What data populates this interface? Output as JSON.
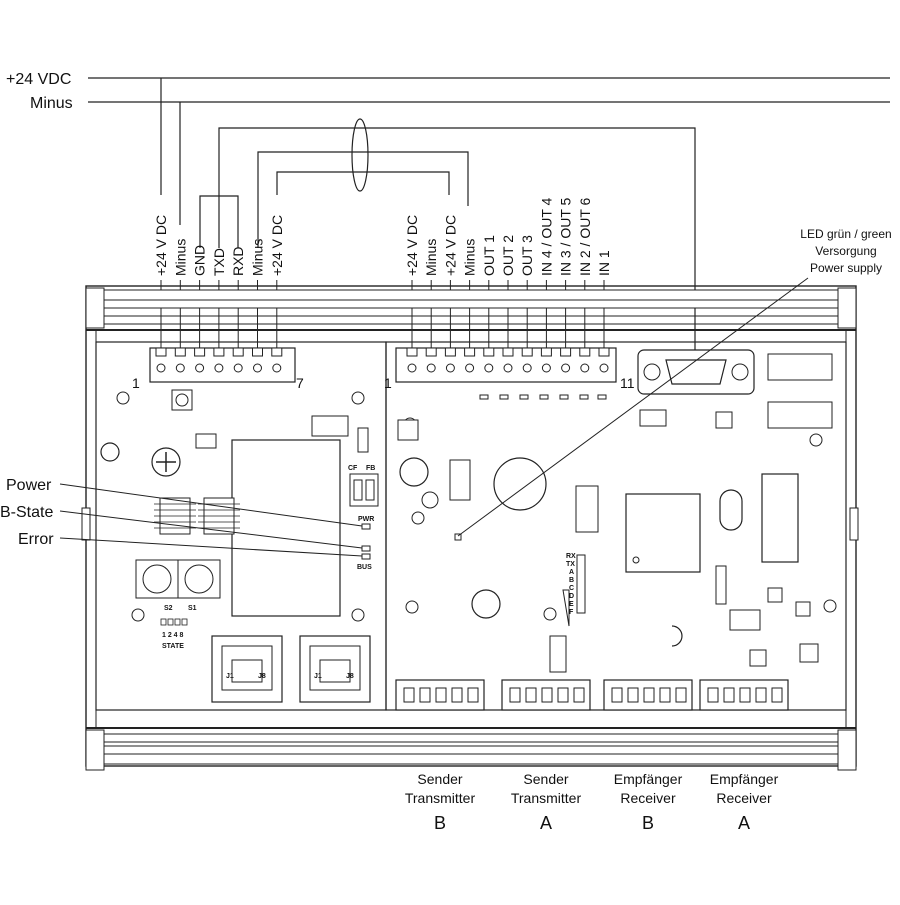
{
  "supply_lines": {
    "plus": "+24 VDC",
    "minus": "Minus"
  },
  "left_terminal": {
    "labels": [
      "+24 V DC",
      "Minus",
      "GND",
      "TXD",
      "RXD",
      "Minus",
      "+24 V DC"
    ],
    "pin_first": "1",
    "pin_last": "7"
  },
  "right_terminal": {
    "labels": [
      "+24 V DC",
      "Minus",
      "+24 V DC",
      "Minus",
      "OUT 1",
      "OUT 2",
      "OUT 3",
      "IN 4 / OUT 4",
      "IN 3 / OUT 5",
      "IN 2 / OUT 6",
      "IN 1"
    ],
    "pin_first": "1",
    "pin_last": "11"
  },
  "led_note": [
    "LED grün / green",
    "Versorgung",
    "Power supply"
  ],
  "status_leds": [
    "Power",
    "B-State",
    "Error"
  ],
  "board_marks": {
    "cf": "CF",
    "fb": "FB",
    "pwr": "PWR",
    "bus": "BUS",
    "s2": "S2",
    "s1": "S1",
    "bits": "1 2 4 8",
    "state": "STATE",
    "j1": "J1",
    "j8": "J8",
    "rx": "RX",
    "tx": "TX",
    "a": "A",
    "b": "B",
    "c": "C",
    "d": "D",
    "e": "E",
    "f": "F"
  },
  "bottom_connectors": [
    {
      "line1": "Sender",
      "line2": "Transmitter",
      "letter": "B"
    },
    {
      "line1": "Sender",
      "line2": "Transmitter",
      "letter": "A"
    },
    {
      "line1": "Empfänger",
      "line2": "Receiver",
      "letter": "B"
    },
    {
      "line1": "Empfänger",
      "line2": "Receiver",
      "letter": "A"
    }
  ]
}
